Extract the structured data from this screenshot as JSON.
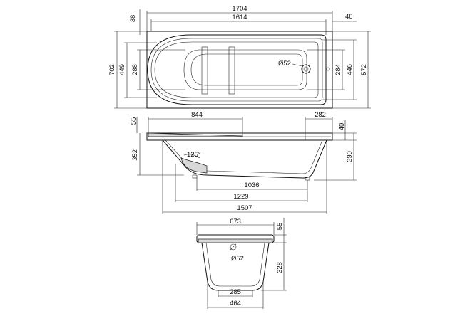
{
  "top_view": {
    "dimensions": {
      "overall_length": "1704",
      "inner_length": "1614",
      "right_offset": "46",
      "left_offset": "38",
      "overall_width": "702",
      "inner_width_left": "449",
      "headrest_width": "288",
      "right_recess": "284",
      "right_inner": "446",
      "right_overall": "572"
    },
    "drain_label": "Ø52"
  },
  "side_view": {
    "dimensions": {
      "rim_height": "55",
      "left_slope": "844",
      "right_slope": "282",
      "right_rim": "40",
      "left_depth": "352",
      "right_depth": "390",
      "bottom_inner": "1036",
      "bottom_mid": "1229",
      "bottom_overall": "1507"
    },
    "angle_label": "125°"
  },
  "end_view": {
    "dimensions": {
      "top_width": "673",
      "rim_height": "55",
      "depth": "328",
      "bottom_inner": "285",
      "bottom_overall": "464"
    },
    "drain_label": "Ø52"
  }
}
